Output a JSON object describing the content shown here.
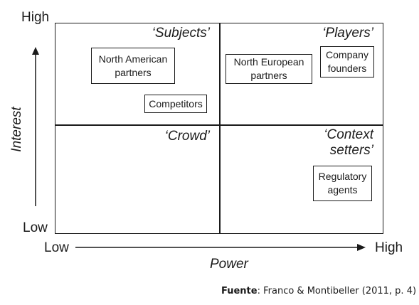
{
  "axes": {
    "y_high": "High",
    "y_low": "Low",
    "y_title": "Interest",
    "x_low": "Low",
    "x_high": "High",
    "x_title": "Power"
  },
  "quadrants": {
    "top_left": "‘Subjects’",
    "top_right": "‘Players’",
    "bottom_left": "‘Crowd’",
    "bottom_right_line1": "‘Context",
    "bottom_right_line2": "setters’"
  },
  "stakeholders": {
    "north_american": "North American\npartners",
    "competitors": "Competitors",
    "north_european": "North European\npartners",
    "company_founders": "Company\nfounders",
    "regulatory_agents": "Regulatory\nagents"
  },
  "source": {
    "label": "Fuente",
    "text": ": Franco & Montibeller (2011, p. 4)"
  }
}
